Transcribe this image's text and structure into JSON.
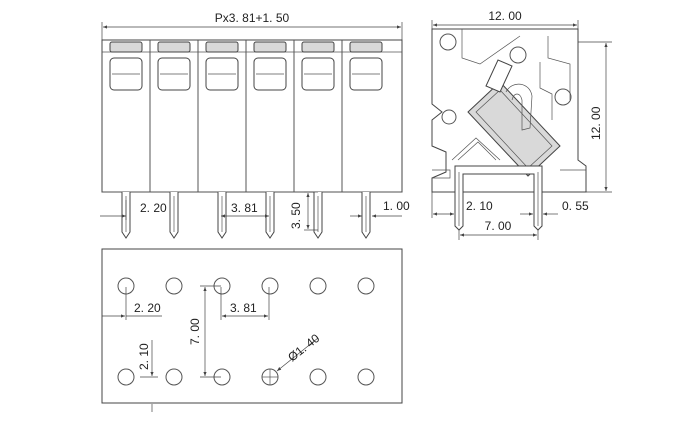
{
  "front_view": {
    "dim_width": "Px3. 81+1. 50",
    "dim_edge_pin": "2. 20",
    "dim_pitch": "3. 81",
    "dim_pin_length": "3. 50",
    "dim_pin_right": "1. 00"
  },
  "side_view": {
    "dim_width": "12. 00",
    "dim_height": "12. 00",
    "dim_pin_offset": "2. 10",
    "dim_pin_spacing": "7. 00",
    "dim_pin_width": "0. 55"
  },
  "pcb_layout": {
    "dim_edge": "2. 20",
    "dim_pitch": "3. 81",
    "dim_row_spacing": "7. 00",
    "dim_bottom": "2. 10",
    "dim_hole": "Ø1. 40"
  }
}
